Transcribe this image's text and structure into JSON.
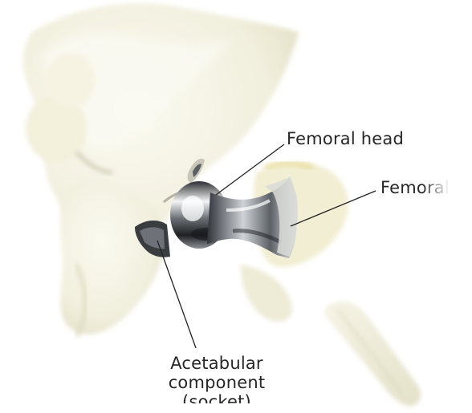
{
  "diagram": {
    "labels": {
      "femoral_head": "Femoral head",
      "femoral_stem": "Femoral",
      "acetabular_line1": "Acetabular",
      "acetabular_line2": "component",
      "acetabular_line3": "(socket)"
    }
  }
}
